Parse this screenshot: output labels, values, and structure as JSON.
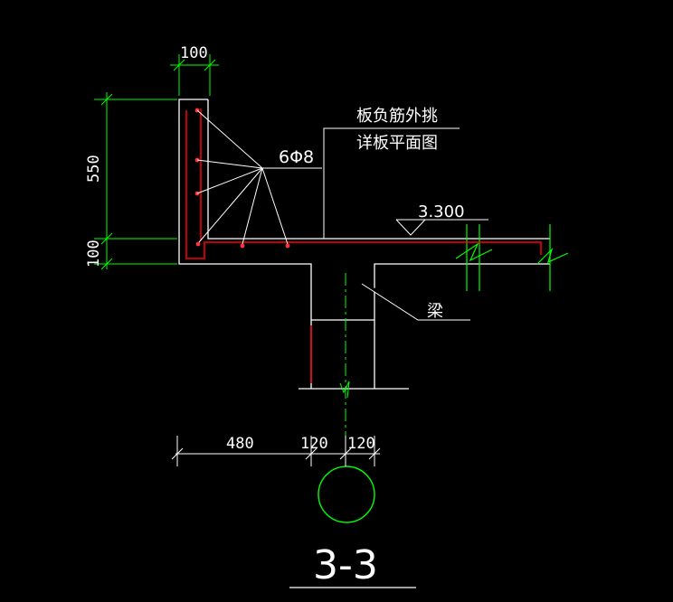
{
  "drawing": {
    "section_title": "3-3",
    "notes": {
      "slab_rebar_line1": "板负筋外挑",
      "slab_rebar_line2": "详板平面图",
      "rebar_spec": "6Φ8",
      "beam": "梁"
    },
    "elevation": "3.300",
    "dimensions": {
      "top_width": "100",
      "upright_height": "550",
      "slab_thickness": "100",
      "bottom_left": "480",
      "bottom_mid": "120",
      "bottom_right": "120"
    }
  },
  "colors": {
    "background": "#000000",
    "concrete_outline": "#ffffff",
    "rebar": "#ff0000",
    "dimension": "#00ff00",
    "axis": "#00ff00"
  }
}
